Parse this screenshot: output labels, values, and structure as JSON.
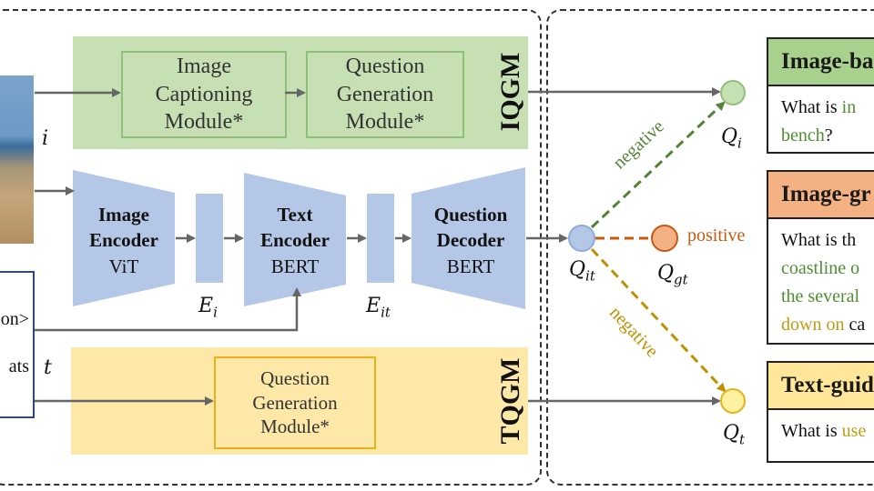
{
  "modules": {
    "iqgm": {
      "label": "IQGM",
      "image_captioning": "Image\nCaptioning\nModule*",
      "question_generation": "Question\nGeneration\nModule*"
    },
    "tqgm": {
      "label": "TQGM",
      "question_generation": "Question\nGeneration\nModule*"
    }
  },
  "encoders": {
    "image_encoder": {
      "title": "Image Encoder",
      "model": "ViT"
    },
    "text_encoder": {
      "title": "Text Encoder",
      "model": "BERT"
    },
    "question_decoder": {
      "title": "Question Decoder",
      "model": "BERT"
    }
  },
  "variables": {
    "i": "i",
    "t": "t",
    "E_i": {
      "base": "E",
      "sub": "i"
    },
    "E_it": {
      "base": "E",
      "sub": "it"
    },
    "Q_i": {
      "base": "Q",
      "sub": "i"
    },
    "Q_it": {
      "base": "Q",
      "sub": "it"
    },
    "Q_gt": {
      "base": "Q",
      "sub": "gt"
    },
    "Q_t": {
      "base": "Q",
      "sub": "t"
    }
  },
  "input_text": {
    "line1": "on>",
    "line2": "ats"
  },
  "edges": {
    "negative_top": "negative",
    "positive": "positive",
    "negative_bottom": "negative"
  },
  "cards": {
    "image_based": {
      "title": "Image-ba",
      "line1_a": "What is ",
      "line1_b": "in",
      "line2": "bench",
      "line2_tail": "?"
    },
    "image_grounded": {
      "title": "Image-gr",
      "line1": "What is th",
      "line2": "coastline o",
      "line3": "the several",
      "line4_a": "down on",
      "line4_b": " ca"
    },
    "text_guided": {
      "title": "Text-guid",
      "line1_a": "What is ",
      "line1_b": "use"
    }
  },
  "colors": {
    "iqgm_band": "#c6e0b4",
    "tqgm_band": "#fde8a8",
    "encoder_blue": "#b4c7e7",
    "positive_orange": "#c55a11",
    "node_orange": "#f4b183",
    "negative_green": "#548235",
    "node_green": "#c6e0b4",
    "negative_gold": "#bf9000",
    "node_yellow": "#fff2a0",
    "card_head_green": "#a9d18e",
    "card_head_orange": "#f4b183",
    "card_head_yellow": "#ffe699"
  }
}
